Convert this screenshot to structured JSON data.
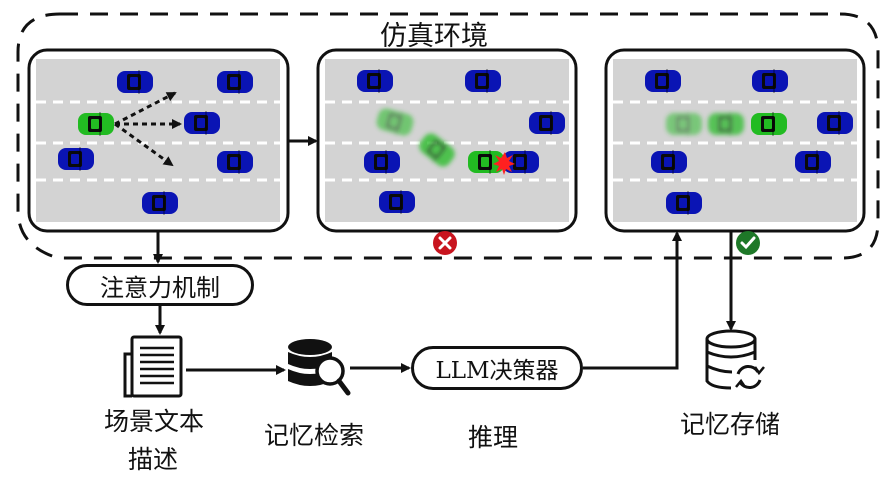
{
  "environment": {
    "title": "仿真环境",
    "panels": [
      {
        "name": "initial-scenario",
        "ego_action": "candidate-maneuvers",
        "result": null
      },
      {
        "name": "failed-scenario",
        "ego_action": "collision",
        "result": "fail"
      },
      {
        "name": "successful-scenario",
        "ego_action": "lane-keeping",
        "result": "success"
      }
    ]
  },
  "pipeline": {
    "attention": {
      "label": "注意力机制"
    },
    "scene_text": {
      "label_line1": "场景文本",
      "label_line2": "描述",
      "icon": "document-icon"
    },
    "memory_retrieval": {
      "label": "记忆检索",
      "icon": "database-search-icon"
    },
    "llm": {
      "label": "LLM决策器",
      "caption": "推理"
    },
    "memory_storage": {
      "label": "记忆存储",
      "icon": "database-sync-icon"
    }
  },
  "status": {
    "fail_icon": "x-circle-icon",
    "success_icon": "check-circle-icon"
  },
  "colors": {
    "road": "#d3d3d3",
    "lane_marking": "#ffffff",
    "ego_car": "#22bb22",
    "other_car": "#0a14b4",
    "fail": "#c8141e",
    "success": "#1e7828",
    "collision": "#ff2020",
    "line": "#111111"
  }
}
